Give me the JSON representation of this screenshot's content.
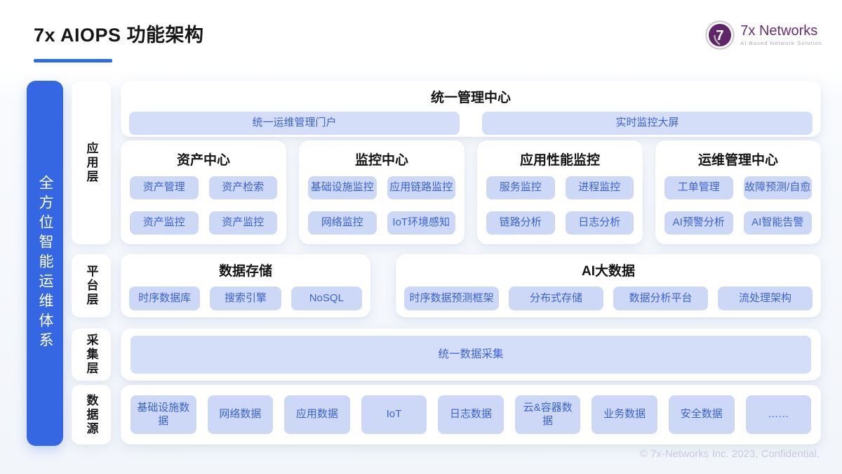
{
  "header": {
    "title": "7x AIOPS 功能架构",
    "logo": {
      "brand": "7x Networks",
      "tagline": "AI Based Network Solution",
      "mark": "7"
    }
  },
  "banner": {
    "text": "全方位智能运维体系"
  },
  "layers": [
    {
      "label": "应用层"
    },
    {
      "label": "平台层"
    },
    {
      "label": "采集层"
    },
    {
      "label": "数据源"
    }
  ],
  "management": {
    "title": "统一管理中心",
    "items": [
      "统一运维管理门户",
      "实时监控大屏"
    ]
  },
  "app_cards": [
    {
      "title": "资产中心",
      "items": [
        "资产管理",
        "资产检索",
        "资产监控",
        "资产监控"
      ]
    },
    {
      "title": "监控中心",
      "items": [
        "基础设施监控",
        "应用链路监控",
        "网络监控",
        "IoT环境感知"
      ]
    },
    {
      "title": "应用性能监控",
      "items": [
        "服务监控",
        "进程监控",
        "链路分析",
        "日志分析"
      ]
    },
    {
      "title": "运维管理中心",
      "items": [
        "工单管理",
        "故障预测/自愈",
        "AI预警分析",
        "AI智能告警"
      ]
    }
  ],
  "platform_cards": [
    {
      "title": "数据存储",
      "items": [
        "时序数据库",
        "搜索引擎",
        "NoSQL"
      ]
    },
    {
      "title": "AI大数据",
      "items": [
        "时序数据预测框架",
        "分布式存储",
        "数据分析平台",
        "流处理架构"
      ]
    }
  ],
  "collect": {
    "item": "统一数据采集"
  },
  "sources": [
    "基础设施数据",
    "网络数据",
    "应用数据",
    "IoT",
    "日志数据",
    "云&容器数据",
    "业务数据",
    "安全数据",
    "……"
  ],
  "footer": {
    "text": "© 7x-Networks Inc. 2023, Confidential."
  },
  "colors": {
    "accent_blue": "#3667e3",
    "underline_blue": "#2e6be6",
    "chip_bg": "#ccd8f6",
    "chip_bg_wide": "#d5def8",
    "chip_text": "#3c63d6",
    "brand_purple": "#662e74",
    "footer_gray": "#c4ccdf"
  }
}
